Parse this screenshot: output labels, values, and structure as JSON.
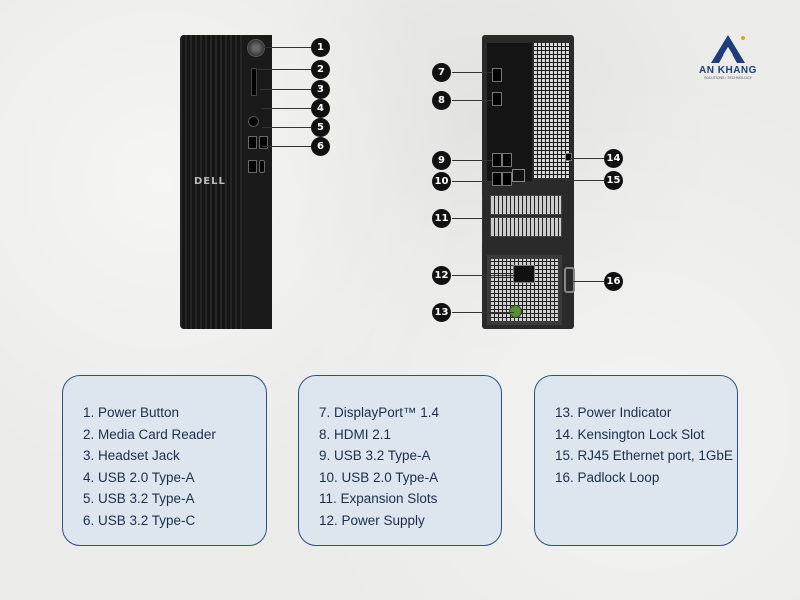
{
  "brand": {
    "name": "AN KHANG",
    "tagline": "SOLUTIONS • TECHNOLOGY"
  },
  "front_logo": "DELL",
  "badges": [
    "1",
    "2",
    "3",
    "4",
    "5",
    "6",
    "7",
    "8",
    "9",
    "10",
    "11",
    "12",
    "13",
    "14",
    "15",
    "16"
  ],
  "legend": {
    "column1": [
      "1. Power Button",
      "2. Media Card Reader",
      "3. Headset Jack",
      "4. USB 2.0 Type-A",
      "5.  USB 3.2 Type-A",
      "6. USB 3.2 Type-C"
    ],
    "column2": [
      "7. DisplayPort™ 1.4",
      "8. HDMI 2.1",
      "9. USB 3.2 Type-A",
      "10. USB 2.0 Type-A",
      "11. Expansion Slots",
      "12. Power Supply"
    ],
    "column3": [
      "13. Power Indicator",
      "14. Kensington Lock Slot",
      "15. RJ45 Ethernet port, 1GbE",
      "16. Padlock Loop"
    ]
  },
  "colors": {
    "accent": "#2d4f86",
    "box_fill": "#dde6ee",
    "badge": "#111111"
  }
}
